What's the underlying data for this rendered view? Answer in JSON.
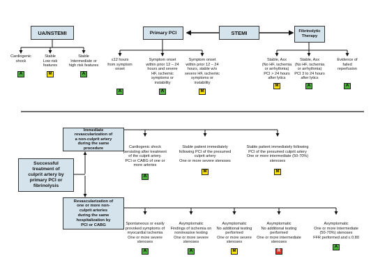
{
  "colors": {
    "box_fill": "#d4e3ec",
    "green": "#4caf3a",
    "yellow": "#ffe500",
    "red": "#e03224"
  },
  "top": {
    "ua_nstemi": "UA/NSTEMI",
    "primary_pci": "Primary PCI",
    "stemi": "STEMI",
    "fibrinolytic": "Fibrinolytic\nTherapy",
    "ua_items": [
      {
        "text": "Cardiogenic\nshock",
        "badge": "A",
        "color": "green"
      },
      {
        "text": "Stable\nLow risk\nfeatures",
        "badge": "M",
        "color": "yellow"
      },
      {
        "text": "Stable\nIntermediate or\nhigh risk features",
        "badge": "A",
        "color": "green"
      }
    ],
    "pci_items": [
      {
        "text": "≤12 hours\nfrom symptom\nonset",
        "badge": "A",
        "color": "green"
      },
      {
        "text": "Symptom onset\nwithin prior 12 – 24\nhours and severe\nHF, ischemic\nsymptoms or\ninstability",
        "badge": "A",
        "color": "green"
      },
      {
        "text": "Symptom onset\nwithin prior 12 – 24\nhours, stable w/o\nsevere HF, ischemic\nsymptoms or\ninstability",
        "badge": "M",
        "color": "yellow"
      }
    ],
    "fib_items": [
      {
        "text": "Stable, Asx\n(No HF, ischemia\nor arrhythmia)\nPCI > 24 hours\nafter lytics",
        "badge": "M",
        "color": "yellow"
      },
      {
        "text": "Stable, Asx\n(No HF, ischemia\nor arrhythmia)\nPCI 3 to 24 hours\nafter lytics",
        "badge": "A",
        "color": "green"
      },
      {
        "text": "Evidence of\nfailed\nreperfusion",
        "badge": "A",
        "color": "green"
      }
    ]
  },
  "bottom": {
    "successful": "Successful\ntreatment of\nculprit artery by\nprimary PCI or\nfibrinolysis",
    "immediate": "Immediate\nrevascularization of\na non-culprit artery\nduring the same\nprocedure",
    "revasc": "Revascularization of\none or more non-\nculprit arteries\nduring the same\nhospitalization by\nPCI or CABG",
    "immediate_items": [
      {
        "text": "Cardiogenic shock\npersisting after treatment\nof the culprit artery.\nPCI or CABG of one or\nmore arteries",
        "badge": "A",
        "color": "green"
      },
      {
        "text": "Stable patient immediately\nfollowing PCI of the presumed\nculprit artery\nOne or more severe stenoses",
        "badge": "M",
        "color": "yellow"
      },
      {
        "text": "Stable patient immediately following\nPCI of the presumed culprit artery\nOne or more intermediate (50-70%)\nstenoses",
        "badge": "M",
        "color": "yellow"
      }
    ],
    "revasc_items": [
      {
        "text": "Spontaneous or easily\nprovoked symptoms of\nmyocardial ischemia\nOne or more severe\nstenoses",
        "badge": "A",
        "color": "green"
      },
      {
        "text": "Asymptomatic\nFindings of ischemia on\nnoninvasive testing\nOne or more severe\nstenoses",
        "badge": "A",
        "color": "green"
      },
      {
        "text": "Asymptomatic\nNo additional testing\nperformed\nOne or more severe\nstenoses",
        "badge": "M",
        "color": "yellow"
      },
      {
        "text": "Asymptomatic\nNo additional testing\nperformed\nOne or more intermediate\nstenoses",
        "badge": "R",
        "color": "red"
      },
      {
        "text": "Asymptomatic\nOne or more intermediate\n(50-70%) stenoses\nFFR performed and ≤ 0.80",
        "badge": "A",
        "color": "green"
      }
    ]
  }
}
